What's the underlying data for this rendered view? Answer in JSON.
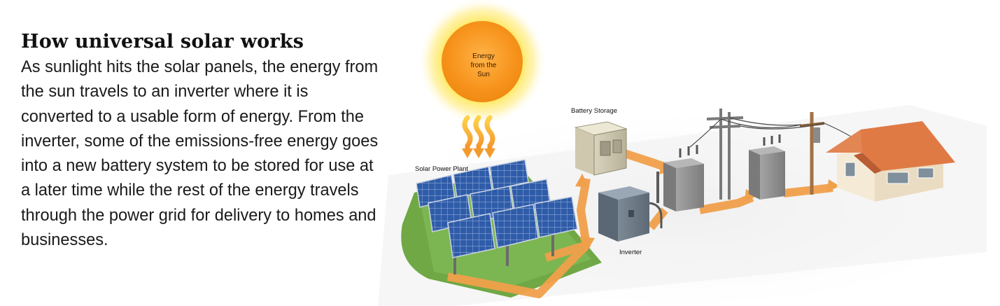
{
  "heading": "How universal solar works",
  "body": "As sunlight hits the solar panels, the energy from the sun travels to an inverter where it is converted to a usable form of energy. From the inverter, some of the emissions-free energy goes into a new battery system to be stored for use at a later time while the rest of the energy travels through the power grid for delivery to homes and businesses.",
  "diagram": {
    "sun_label": [
      "Energy",
      "from the",
      "Sun"
    ],
    "labels": {
      "battery_storage": "Battery Storage",
      "solar_power_plant": "Solar Power Plant",
      "inverter": "Inverter"
    }
  },
  "colors": {
    "sun_core": "#f7941d",
    "sun_glow": "#ffe84a",
    "flow_arrow": "#f0a04b",
    "panel": "#2e5ba8",
    "roof": "#e07a45",
    "grass": "#6fa844"
  }
}
